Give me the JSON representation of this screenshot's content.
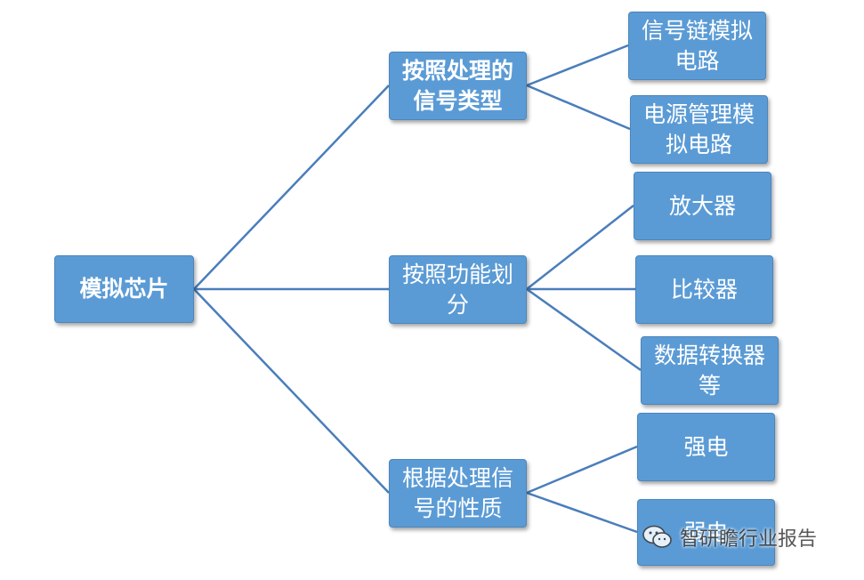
{
  "diagram": {
    "root": "模拟芯片",
    "categories": [
      {
        "label_line1": "按照处理的",
        "label_line2": "信号类型",
        "leaves": [
          {
            "line1": "信号链模拟",
            "line2": "电路"
          },
          {
            "line1": "电源管理模",
            "line2": "拟电路"
          }
        ]
      },
      {
        "label_line1": "按照功能划",
        "label_line2": "分",
        "leaves": [
          {
            "line1": "放大器",
            "line2": ""
          },
          {
            "line1": "比较器",
            "line2": ""
          },
          {
            "line1": "数据转换器",
            "line2": "等"
          }
        ]
      },
      {
        "label_line1": "根据处理信",
        "label_line2": "号的性质",
        "leaves": [
          {
            "line1": "强电",
            "line2": ""
          },
          {
            "line1": "弱电",
            "line2": ""
          }
        ]
      }
    ]
  },
  "watermark": {
    "text": "智研瞻行业报告",
    "icon": "wechat-icon"
  },
  "colors": {
    "node_fill": "#5b9bd5",
    "connector": "#4a7ebb",
    "node_text": "#ffffff"
  }
}
